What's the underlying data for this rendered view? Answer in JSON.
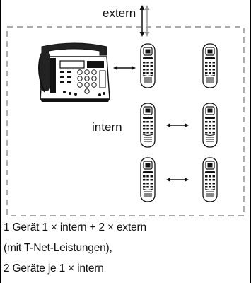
{
  "labels": {
    "extern": "extern",
    "intern": "intern"
  },
  "caption": {
    "line1": "1 Gerät 1 × intern + 2 × extern",
    "line2": "(mit T-Net-Leistungen),",
    "line3": "2 Geräte je 1 × intern"
  },
  "diagram": {
    "base_station_icon": "telephone-base-station-icon",
    "handset_icon": "cordless-handset-icon",
    "connection_icon": "double-headed-arrow-icon",
    "handset_count": 6
  }
}
